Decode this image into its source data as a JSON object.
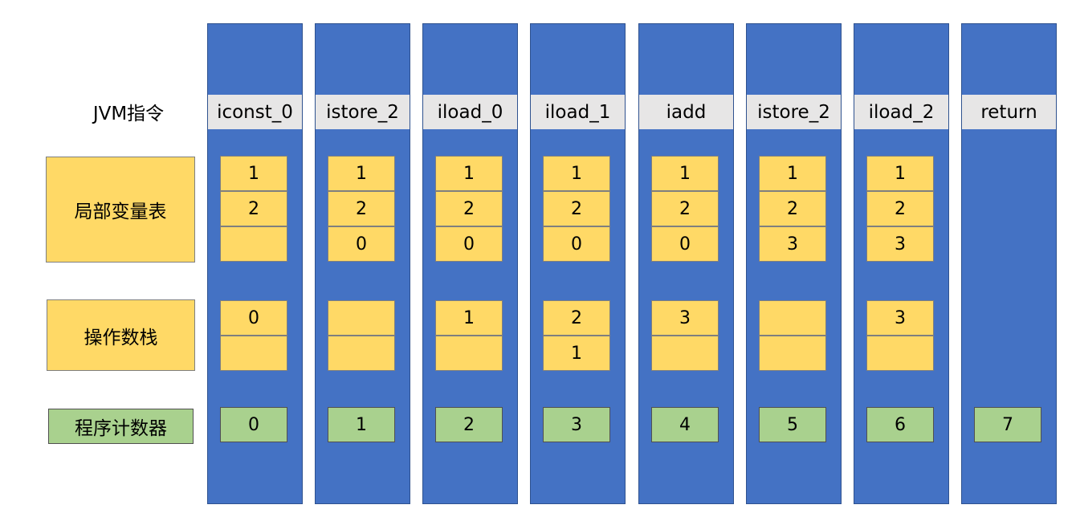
{
  "labels": {
    "instruction": "JVM指令",
    "locals": "局部变量表",
    "stack": "操作数栈",
    "pc": "程序计数器"
  },
  "colors": {
    "column": "#4472C4",
    "instruction_cell": "#E7E6E6",
    "slot": "#FFD966",
    "pc_cell": "#A9D18E"
  },
  "columns": [
    {
      "instr": "iconst_0",
      "locals": [
        "1",
        "2",
        ""
      ],
      "stack": [
        "0",
        ""
      ],
      "pc": "0"
    },
    {
      "instr": "istore_2",
      "locals": [
        "1",
        "2",
        "0"
      ],
      "stack": [
        "",
        ""
      ],
      "pc": "1"
    },
    {
      "instr": "iload_0",
      "locals": [
        "1",
        "2",
        "0"
      ],
      "stack": [
        "1",
        ""
      ],
      "pc": "2"
    },
    {
      "instr": "iload_1",
      "locals": [
        "1",
        "2",
        "0"
      ],
      "stack": [
        "2",
        "1"
      ],
      "pc": "3"
    },
    {
      "instr": "iadd",
      "locals": [
        "1",
        "2",
        "0"
      ],
      "stack": [
        "3",
        ""
      ],
      "pc": "4"
    },
    {
      "instr": "istore_2",
      "locals": [
        "1",
        "2",
        "3"
      ],
      "stack": [
        "",
        ""
      ],
      "pc": "5"
    },
    {
      "instr": "iload_2",
      "locals": [
        "1",
        "2",
        "3"
      ],
      "stack": [
        "3",
        ""
      ],
      "pc": "6"
    },
    {
      "instr": "return",
      "locals": [],
      "stack": [],
      "pc": "7"
    }
  ]
}
